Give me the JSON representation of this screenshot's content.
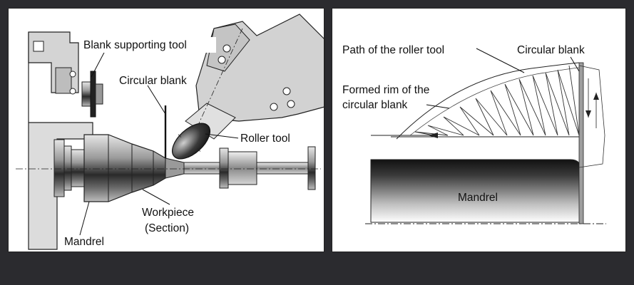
{
  "left_panel": {
    "labels": {
      "blank_supporting_tool": "Blank supporting tool",
      "circular_blank": "Circular blank",
      "roller_tool": "Roller tool",
      "workpiece": "Workpiece",
      "section": "(Section)",
      "mandrel": "Mandrel"
    }
  },
  "right_panel": {
    "labels": {
      "path_of_roller_tool": "Path of the roller tool",
      "circular_blank": "Circular blank",
      "formed_rim_line1": "Formed rim of the",
      "formed_rim_line2": "circular blank",
      "mandrel": "Mandrel"
    }
  },
  "colors": {
    "frame": "#2b2b2f",
    "panel": "#ffffff",
    "machine_body": "#dcdcdc",
    "tool_body": "#d2d2d2",
    "outline": "#111111"
  }
}
